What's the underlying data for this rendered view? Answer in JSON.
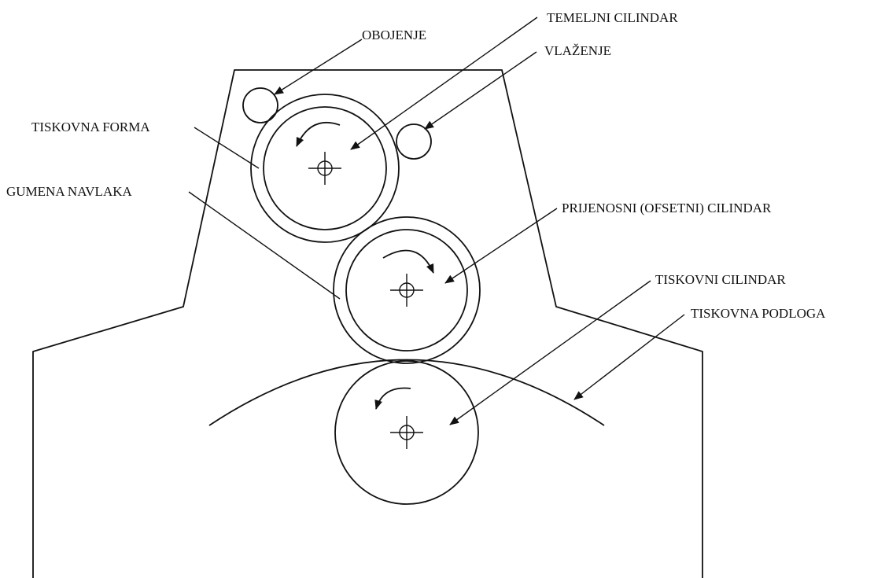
{
  "diagram": {
    "labels": {
      "obojenje": "OBOJENJE",
      "temeljni_cilindar": "TEMELJNI CILINDAR",
      "vlazenje": "VLAŽENJE",
      "tiskovna_forma": "TISKOVNA FORMA",
      "gumena_navlaka": "GUMENA NAVLAKA",
      "prijenosni_cilindar": "PRIJENOSNI (OFSETNI) CILINDAR",
      "tiskovni_cilindar": "TISKOVNI CILINDAR",
      "tiskovna_podloga": "TISKOVNA PODLOGA"
    },
    "rotation": {
      "plate_cylinder": "counterclockwise",
      "blanket_cylinder": "clockwise",
      "impression_cylinder": "counterclockwise"
    }
  }
}
